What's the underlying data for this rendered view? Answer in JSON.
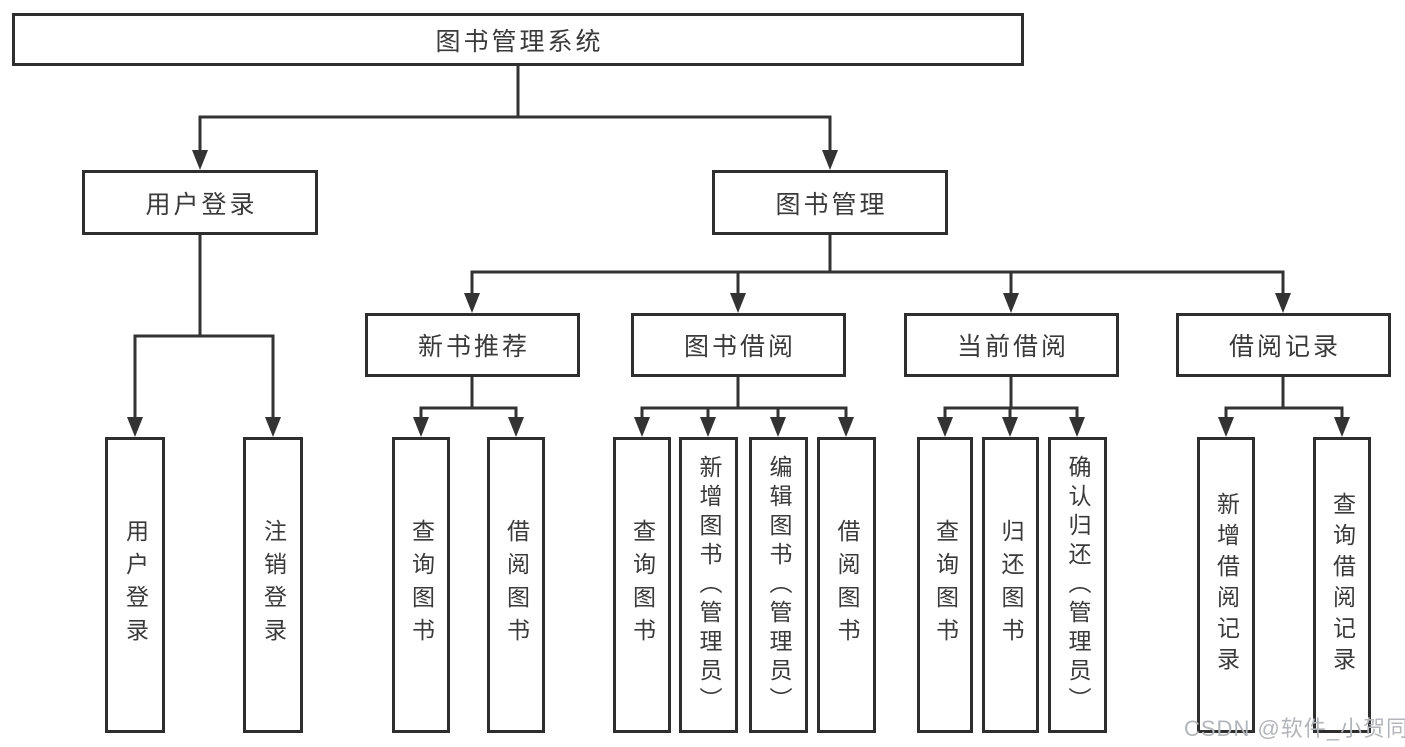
{
  "diagram": {
    "root": {
      "label": "图书管理系统"
    },
    "level2": [
      {
        "id": "user-login",
        "label": "用户登录"
      },
      {
        "id": "book-management",
        "label": "图书管理"
      }
    ],
    "level3": [
      {
        "id": "new-book-recommendation",
        "parent": "图书管理",
        "label": "新书推荐"
      },
      {
        "id": "book-borrowing",
        "parent": "图书管理",
        "label": "图书借阅"
      },
      {
        "id": "current-borrowing",
        "parent": "图书管理",
        "label": "当前借阅"
      },
      {
        "id": "borrowing-records",
        "parent": "图书管理",
        "label": "借阅记录"
      }
    ],
    "leaves": [
      {
        "parent": "用户登录",
        "label": "用户登录"
      },
      {
        "parent": "用户登录",
        "label": "注销登录"
      },
      {
        "parent": "新书推荐",
        "label": "查询图书"
      },
      {
        "parent": "新书推荐",
        "label": "借阅图书"
      },
      {
        "parent": "图书借阅",
        "label": "查询图书"
      },
      {
        "parent": "图书借阅",
        "label": "新增图书（管理员）"
      },
      {
        "parent": "图书借阅",
        "label": "编辑图书（管理员）"
      },
      {
        "parent": "图书借阅",
        "label": "借阅图书"
      },
      {
        "parent": "当前借阅",
        "label": "查询图书"
      },
      {
        "parent": "当前借阅",
        "label": "归还图书"
      },
      {
        "parent": "当前借阅",
        "label": "确认归还（管理员）"
      },
      {
        "parent": "借阅记录",
        "label": "新增借阅记录"
      },
      {
        "parent": "借阅记录",
        "label": "查询借阅记录"
      }
    ]
  },
  "watermark": "CSDN @软件_小贺同学",
  "colors": {
    "line": "#333333",
    "box_border": "#2e2e2e",
    "text": "#3a3a3a",
    "background": "#ffffff",
    "watermark": "#b2b6bb"
  }
}
